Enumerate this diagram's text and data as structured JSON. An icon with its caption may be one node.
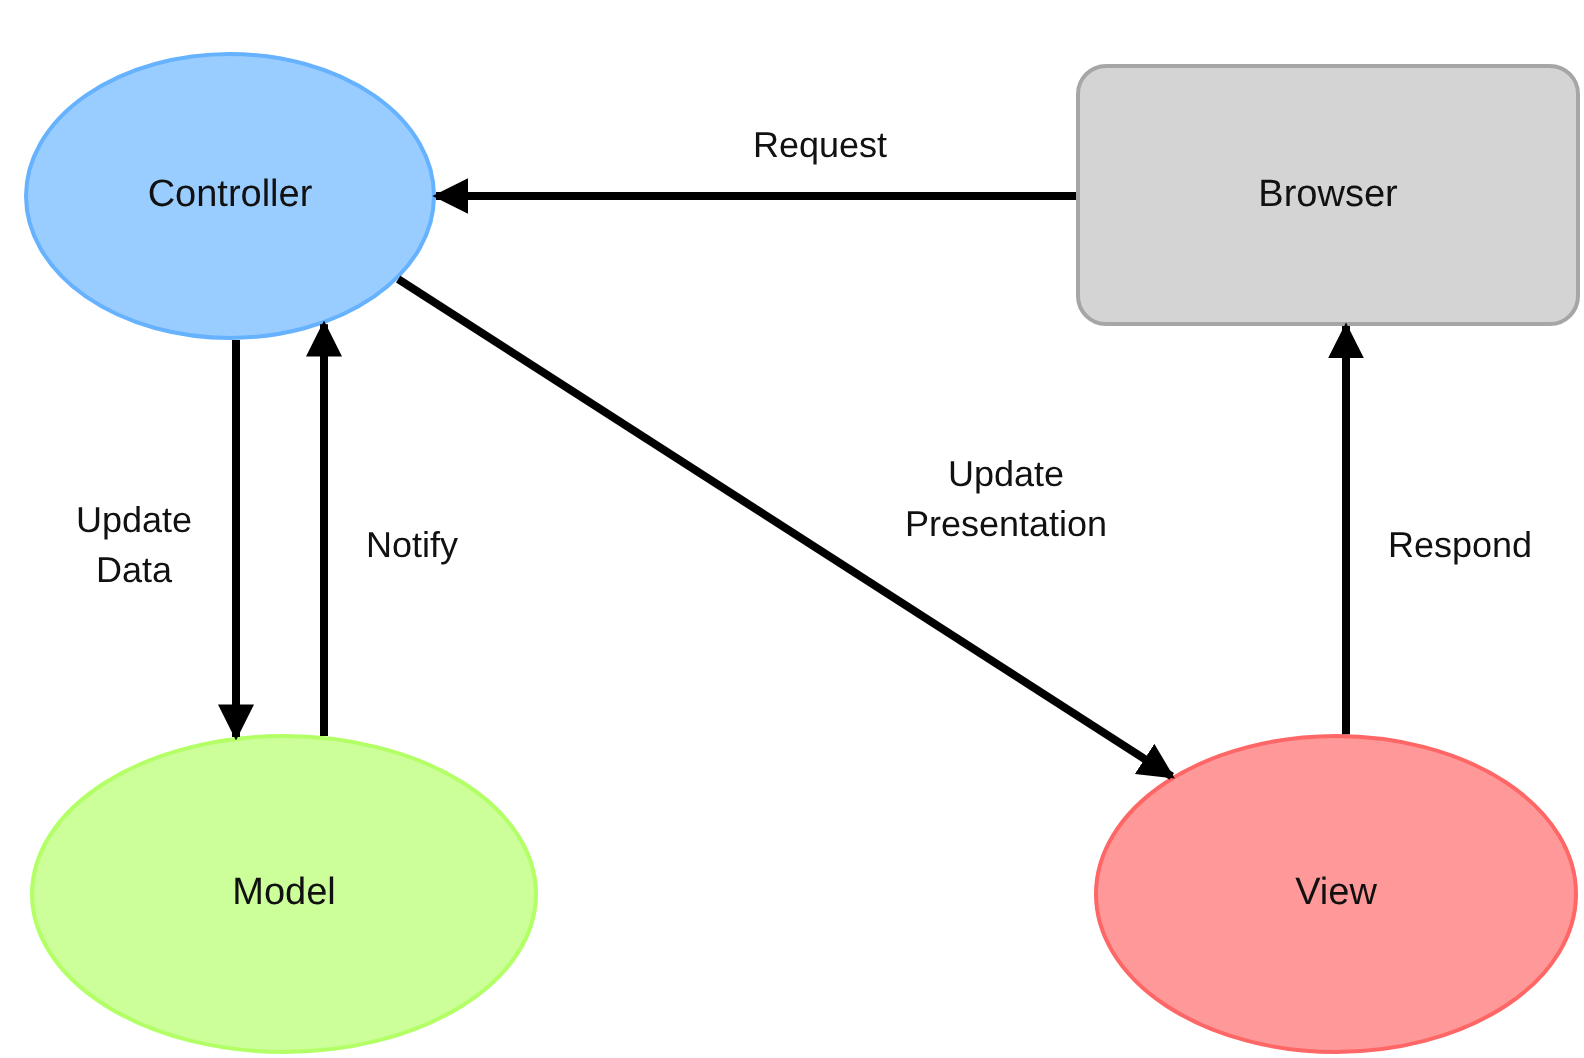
{
  "diagram": {
    "nodes": [
      {
        "text": [
          "Controller"
        ]
      },
      {
        "text": [
          "Browser"
        ]
      },
      {
        "text": [
          "Model"
        ]
      },
      {
        "text": [
          "View"
        ]
      }
    ],
    "edges": [
      {
        "from": 1,
        "to": 0,
        "arrow": "to",
        "label": "Request"
      },
      {
        "from": 0,
        "to": 2,
        "arrow": "to",
        "label": "Update Data"
      },
      {
        "from": 2,
        "to": 0,
        "arrow": "to",
        "label": "Notify"
      },
      {
        "from": 0,
        "to": 3,
        "arrow": "to",
        "label": "Update Presentation"
      },
      {
        "from": 3,
        "to": 1,
        "arrow": "to",
        "label": "Respond"
      }
    ]
  }
}
